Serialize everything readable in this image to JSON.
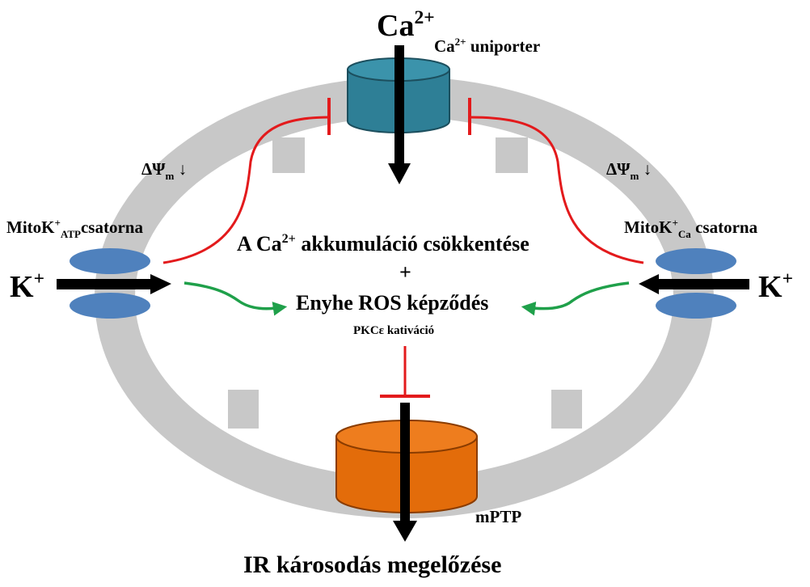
{
  "top_ion": {
    "base": "Ca",
    "sup": "2+"
  },
  "uniporter_label": {
    "base": "Ca",
    "sup": "2+",
    "rest": " uniporter"
  },
  "delta_left": {
    "main": "ΔΨ",
    "sub": "m",
    "arrow": " ↓"
  },
  "delta_right": {
    "main": "ΔΨ",
    "sub": "m",
    "arrow": " ↓"
  },
  "left_channel_label": {
    "a": "MitoK",
    "sup": "+",
    "sub": "ATP",
    "b": "csatorna"
  },
  "right_channel_label": {
    "a": "MitoK",
    "sup": "+",
    "sub": "Ca",
    "b": " csatorna"
  },
  "left_ion": {
    "base": "K",
    "sup": "+"
  },
  "right_ion": {
    "base": "K",
    "sup": "+"
  },
  "center_line1": {
    "a": "A Ca",
    "sup": "2+",
    "b": " akkumuláció  csökkentése"
  },
  "center_plus": "+",
  "center_line2": "Enyhe ROS képződés",
  "center_line3": "PKCε kativáció",
  "mptp_label": "mPTP",
  "bottom_title": "IR károsodás megelőzése",
  "colors": {
    "membrane": "#c8c8c8",
    "uniporter_side": "#2e7f96",
    "uniporter_top": "#3b93ab",
    "mptp_side": "#e36c0a",
    "mptp_top": "#ee7d1e",
    "channel_blue": "#4f81bd",
    "inhibition_red": "#e31a1c",
    "green_arrow": "#1fa04a",
    "arrow_black": "#000000"
  }
}
